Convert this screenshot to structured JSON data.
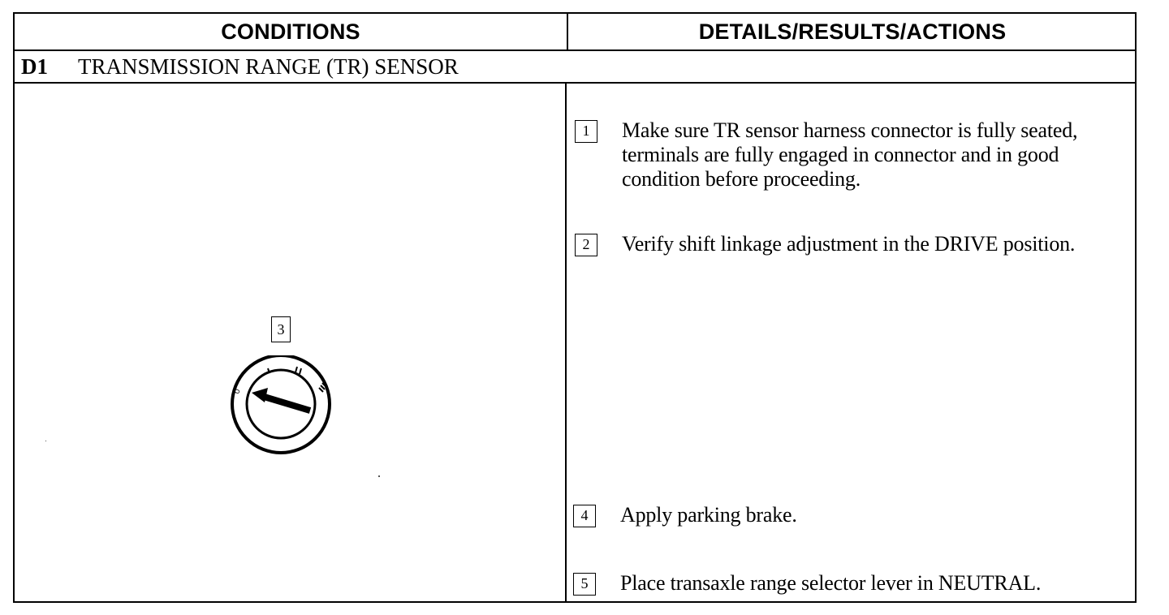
{
  "header": {
    "conditions": "CONDITIONS",
    "details": "DETAILS/RESULTS/ACTIONS"
  },
  "section": {
    "id": "D1",
    "title": "TRANSMISSION RANGE (TR) SENSOR"
  },
  "diagram": {
    "step_number": "3",
    "selector_marks": [
      "0",
      "I",
      "II",
      "III"
    ],
    "selected_position": "0"
  },
  "steps": [
    {
      "number": "1",
      "text": "Make sure TR sensor harness connector is fully seated, terminals are fully engaged in connector and in good condition before proceeding."
    },
    {
      "number": "2",
      "text": "Verify shift linkage adjustment in the DRIVE position."
    },
    {
      "number": "4",
      "text": "Apply parking brake."
    },
    {
      "number": "5",
      "text": "Place transaxle range selector lever in NEUTRAL."
    }
  ]
}
